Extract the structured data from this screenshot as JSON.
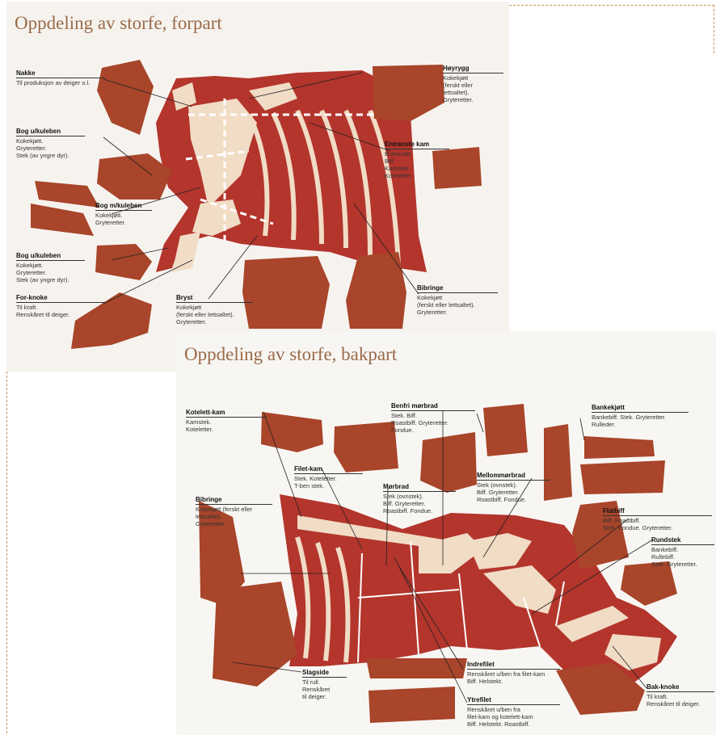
{
  "front": {
    "title": "Oppdeling av storfe, forpart",
    "labels": [
      {
        "name": "Nakke",
        "desc": "Til produksjon av deiger o.l."
      },
      {
        "name": "Høyrygg",
        "desc": "Kokekjøtt\n(ferskt eller\nlettsaltet).\nGryteretter."
      },
      {
        "name": "Bog u/kuleben",
        "desc": "Kokekjøtt.\nGryteretter.\nStek (av yngre dyr)."
      },
      {
        "name": "Entrecote kam",
        "desc": "Entrecote.\nBiff.\nKamstek.\nKoteletter."
      },
      {
        "name": "Bog m/kuleben",
        "desc": "Kokekjøtt.\nGryteretter."
      },
      {
        "name": "Bog u/kuleben",
        "desc": "Kokekjøtt.\nGryteretter.\nStek (av yngre dyr)."
      },
      {
        "name": "For-knoke",
        "desc": "Til kraft.\nRenskåret til deiger."
      },
      {
        "name": "Bryst",
        "desc": "Kokekjøtt\n(ferskt eller lettsaltet).\nGryteretter."
      },
      {
        "name": "Bibringe",
        "desc": "Kokekjøtt\n(ferskt eller lettsaltet).\nGryteretter."
      }
    ]
  },
  "back": {
    "title": "Oppdeling av storfe, bakpart",
    "labels": [
      {
        "name": "Kotelett-kam",
        "desc": "Kamstek.\nKoteletter."
      },
      {
        "name": "Benfri mørbrad",
        "desc": "Stek. Biff.\nRoastbiff. Gryteretter.\nFondue."
      },
      {
        "name": "Bankekjøtt",
        "desc": "Bankebiff. Stek. Gryteretter.\nRulleder."
      },
      {
        "name": "Filet-kam",
        "desc": "Stek. Koteletter.\nT-ben stek."
      },
      {
        "name": "Mørbrad",
        "desc": "Stek (ovnstek).\nBiff. Gryteretter.\nRoastbiff. Fondue."
      },
      {
        "name": "Mellommørbrad",
        "desc": "Stek (ovnstek).\nBiff. Gryteretter.\nRoastbiff. Fondue."
      },
      {
        "name": "Bibringe",
        "desc": "Kokekjøtt (ferskt eller\nlettsaltet).\nGryteretter."
      },
      {
        "name": "Flatbiff",
        "desc": "Biff. Roastbiff.\nStek. Fondue. Gryteretter."
      },
      {
        "name": "Rundstek",
        "desc": "Bankebiff.\nRullebiff.\nStek. Gryteretter."
      },
      {
        "name": "Indrefilet",
        "desc": "Renskåret u/ben fra filet-kam\nBiff. Helstekt."
      },
      {
        "name": "Slagside",
        "desc": "Til rull.\nRenskåret\ntil deiger."
      },
      {
        "name": "Bak-knoke",
        "desc": "Til kraft.\nRenskåret til deiger."
      },
      {
        "name": "Ytrefilet",
        "desc": "Renskåret u/ben fra\nfilet-kam og kotelett-kam\nBiff. Helstekt. Roastbiff."
      }
    ]
  },
  "colors": {
    "carcass": "#b3352c",
    "bone": "#f1dcc6",
    "meat": "#a8452a",
    "title": "#9a6a48"
  }
}
